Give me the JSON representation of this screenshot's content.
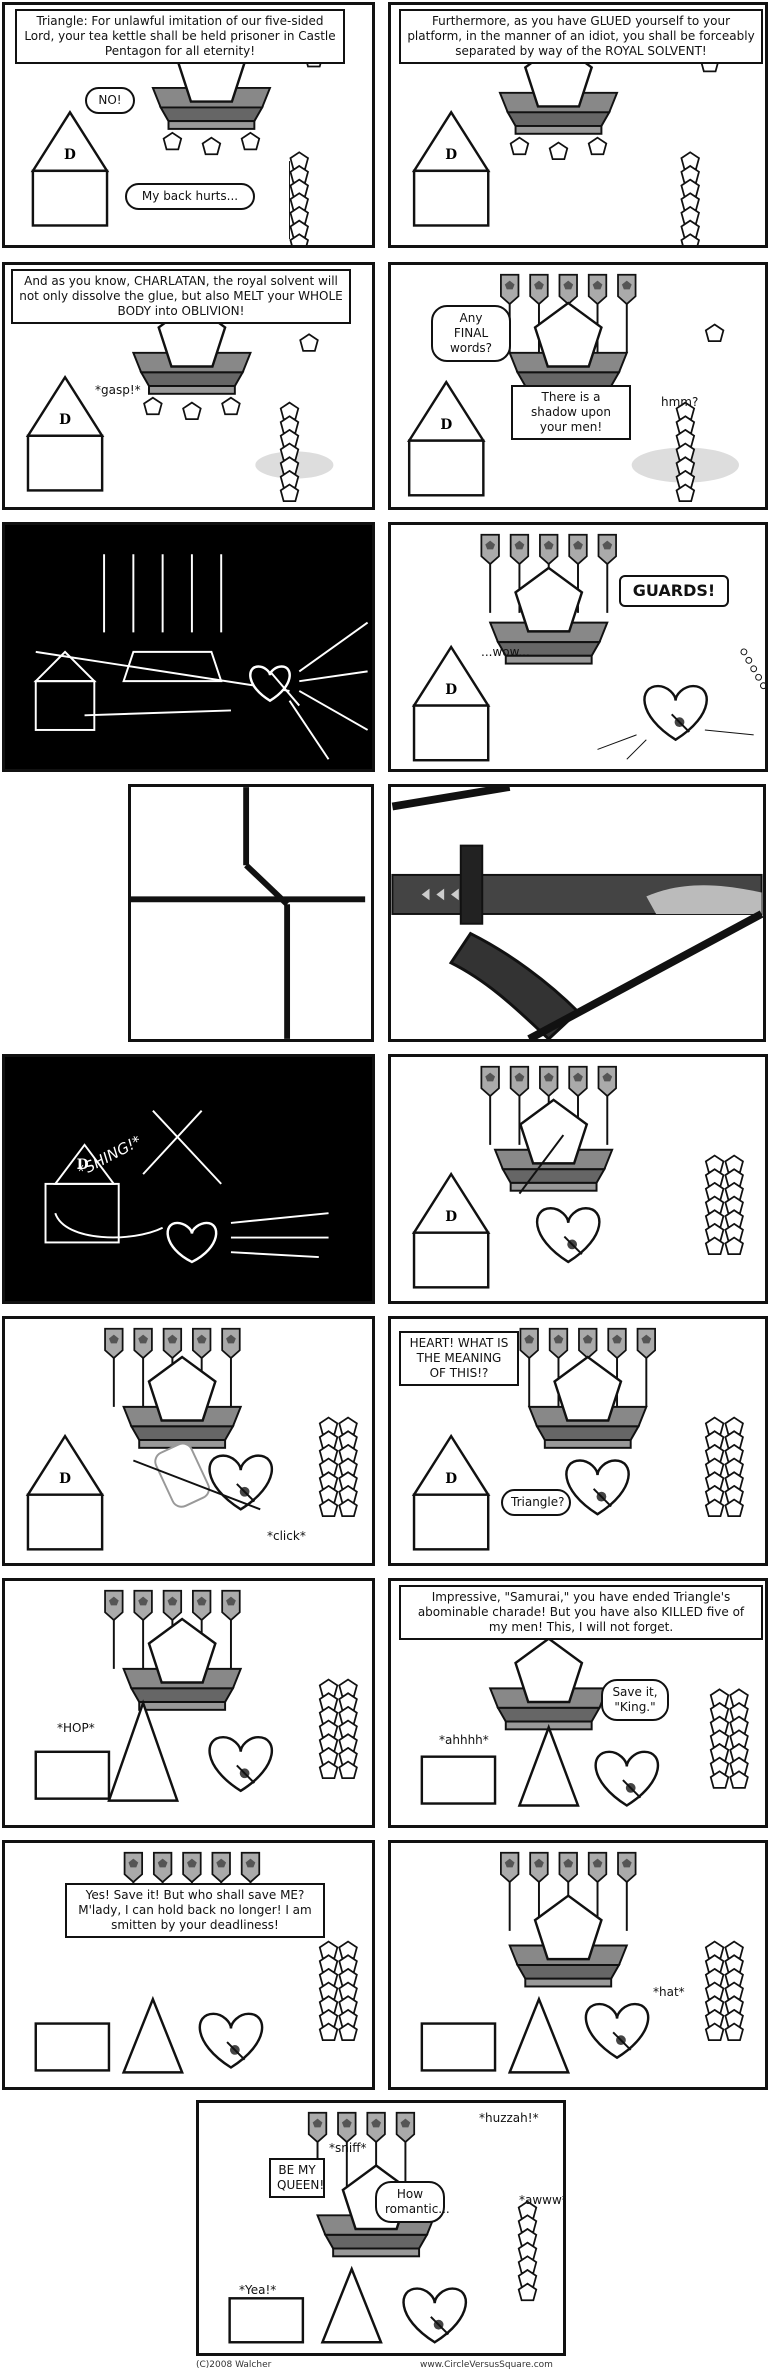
{
  "panels": {
    "p1": {
      "caption": "Triangle: For unlawful imitation of our five-sided Lord, your tea kettle shall be held prisoner in Castle Pentagon for all eternity!",
      "no": "NO!",
      "back": "My back hurts..."
    },
    "p2": {
      "caption": "Furthermore, as you have GLUED yourself to your platform, in the manner of an idiot, you shall be forceably separated by way of the ROYAL SOLVENT!"
    },
    "p3": {
      "caption": "And as you know, CHARLATAN, the royal solvent will not only dissolve the glue, but also MELT your WHOLE BODY into OBLIVION!",
      "gasp": "*gasp!*"
    },
    "p4": {
      "final": "Any FINAL words?",
      "shadow": "There is a shadow upon your men!",
      "hmm": "hmm?"
    },
    "p6": {
      "wow": "...wow...",
      "guards": "GUARDS!"
    },
    "p9": {
      "shing": "*SHING!*"
    },
    "p11": {
      "click": "*click*"
    },
    "p12": {
      "heart": "HEART! WHAT IS THE MEANING OF THIS!?",
      "triangle": "Triangle?"
    },
    "p13": {
      "hop": "*HOP*"
    },
    "p14": {
      "caption": "Impressive, \"Samurai,\" you have ended Triangle's abominable charade! But you have also KILLED five of my men! This, I will not forget.",
      "ahhhh": "*ahhhh*",
      "save": "Save it, \"King.\""
    },
    "p15": {
      "speech": "Yes! Save it! But who shall save ME? M'lady, I can hold back no longer! I am smitten by your deadliness!"
    },
    "p16": {
      "hat": "*hat*"
    },
    "p17": {
      "queen": "BE MY QUEEN!",
      "sniff": "*sniff*",
      "romantic": "How romantic...",
      "huzzah": "*huzzah!*",
      "awww": "*awww*",
      "yea": "*Yea!*"
    }
  },
  "footer": {
    "copyright": "(C)2008 Walcher",
    "site": "www.CircleVersusSquare.com"
  }
}
